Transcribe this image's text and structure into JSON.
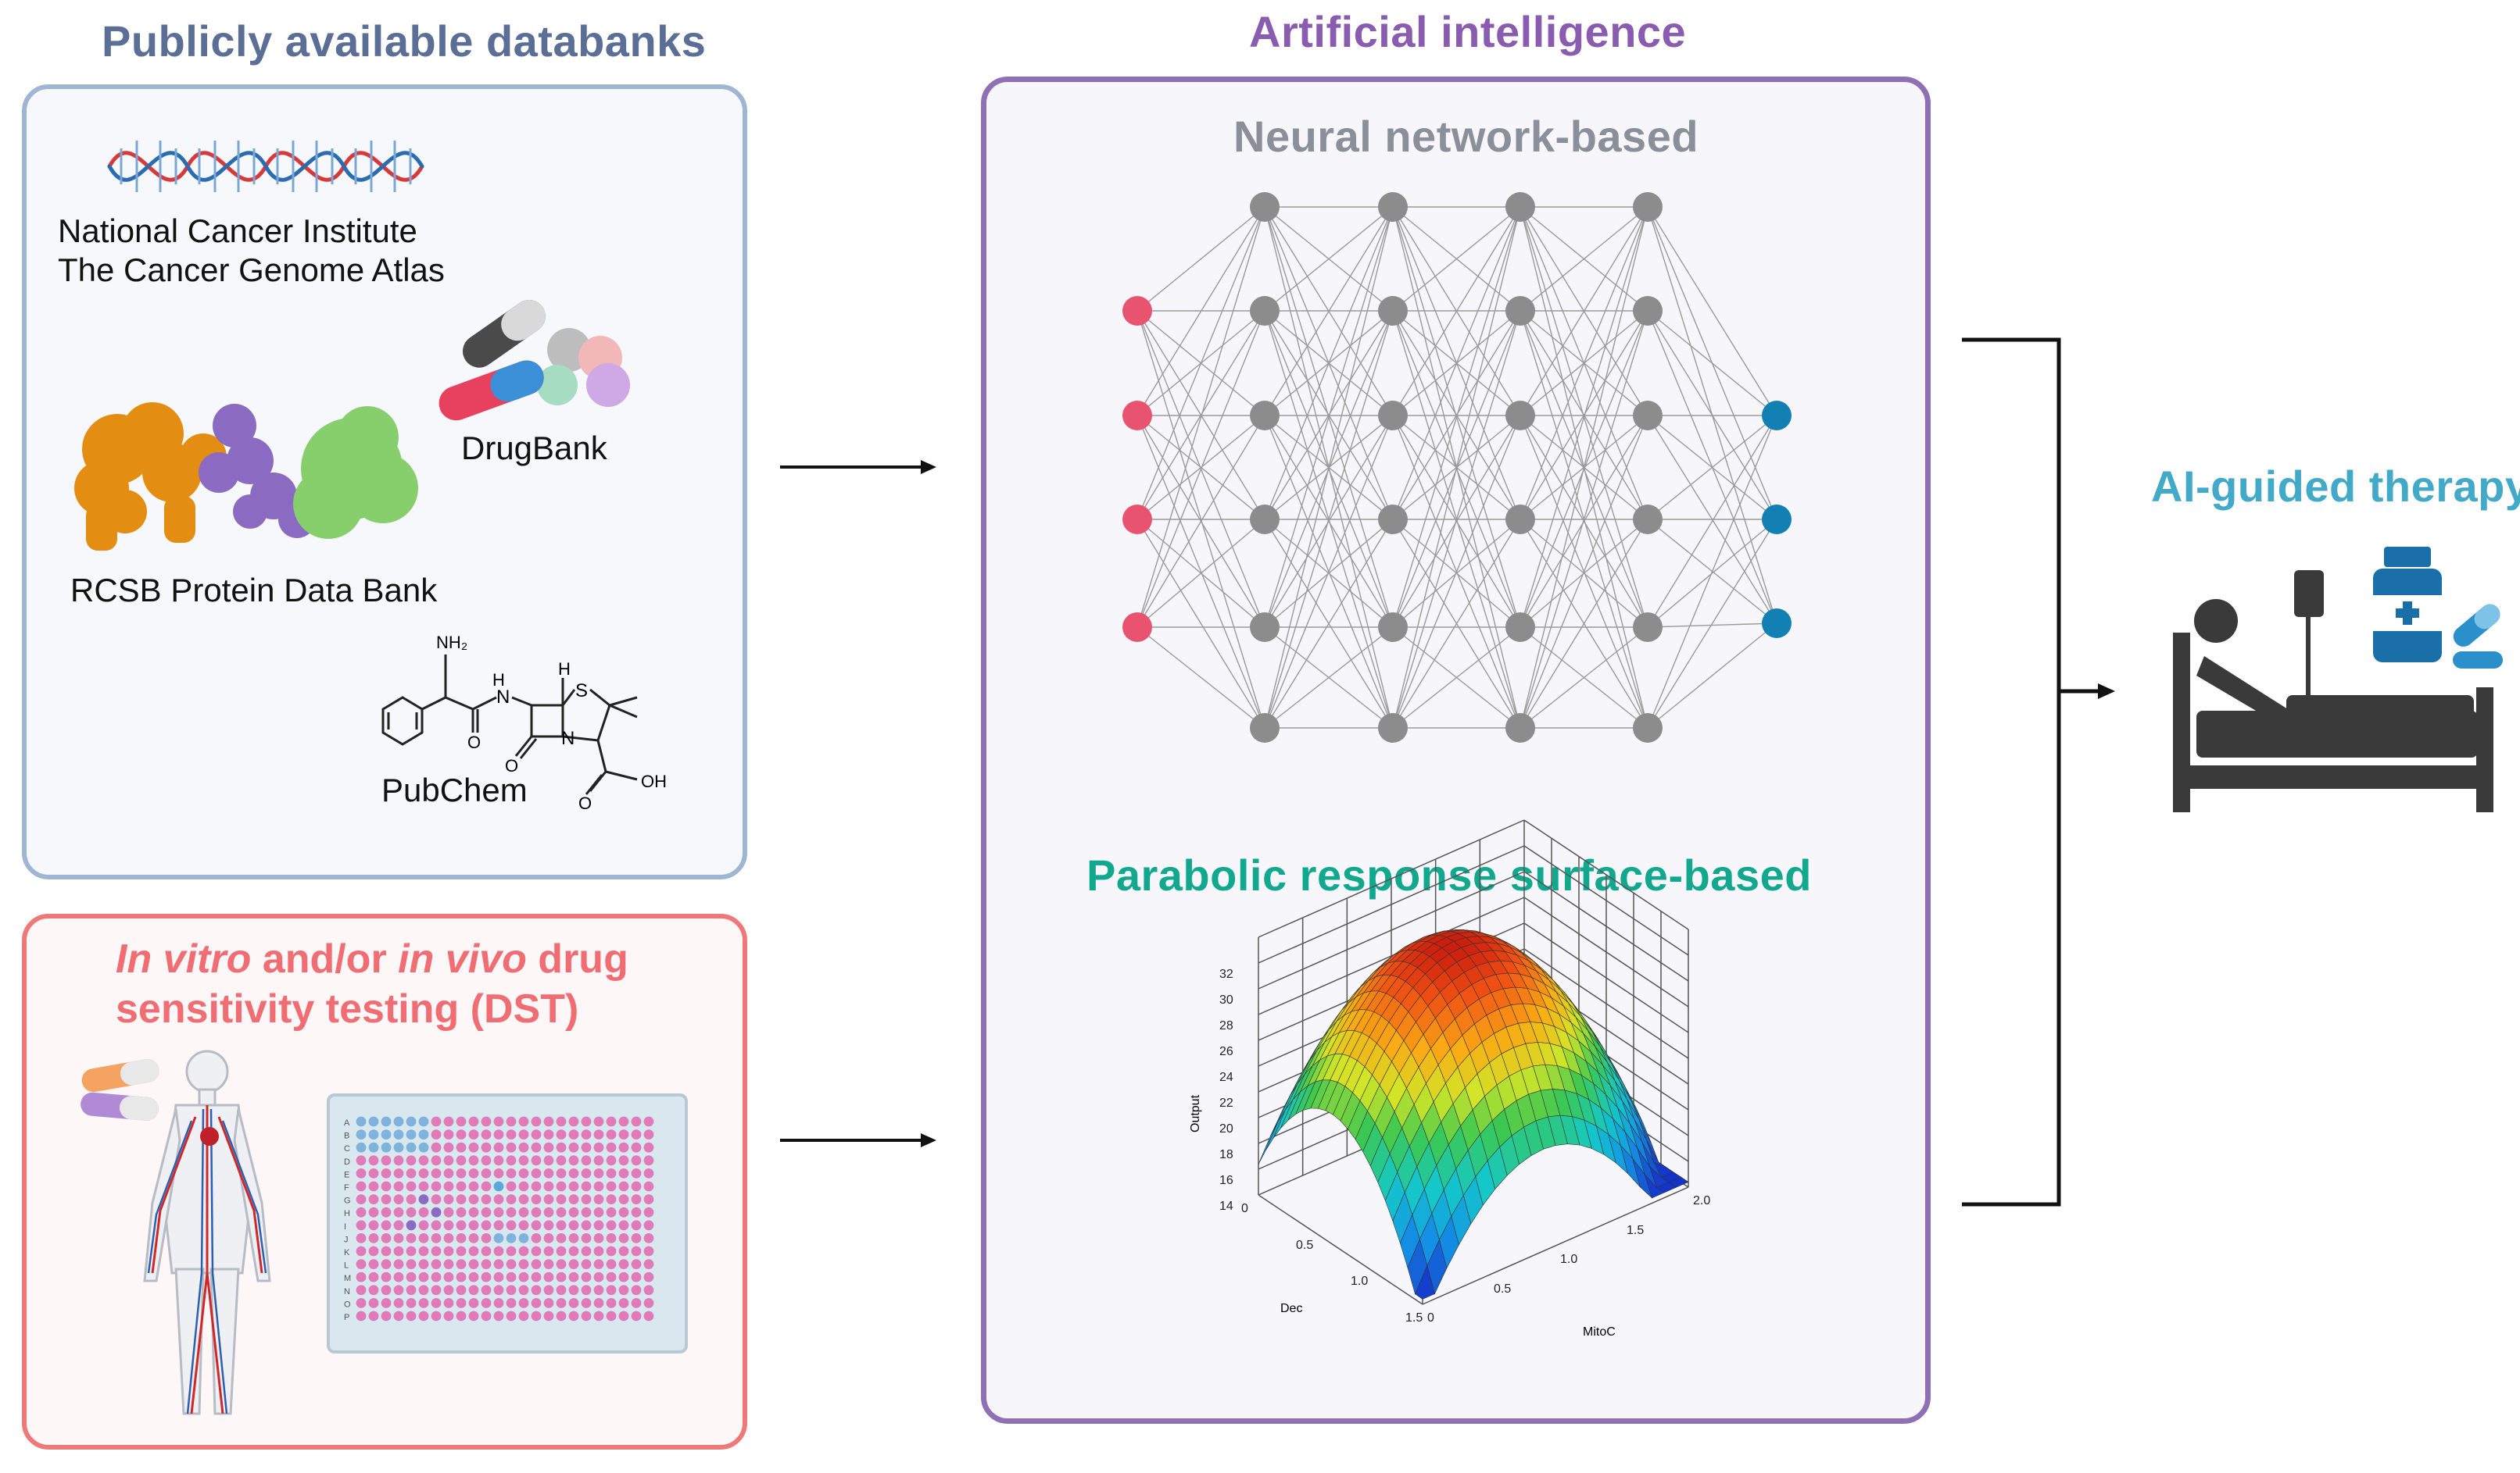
{
  "databanks": {
    "heading": "Publicly available databanks",
    "nci_line1": "National Cancer Institute",
    "nci_line2": "The Cancer Genome Atlas",
    "drugbank": "DrugBank",
    "rcsb": "RCSB Protein Data Bank",
    "pubchem": "PubChem",
    "chem_labels": {
      "nh2": "NH₂",
      "h_left": "H",
      "n_amide": "N",
      "h_ring": "H",
      "s": "S",
      "n_ring": "N",
      "o1": "O",
      "o2": "O",
      "o3": "O",
      "oh": "OH"
    }
  },
  "dst": {
    "title_part1": "In vitro",
    "title_part2": " and/or ",
    "title_part3": "in vivo",
    "title_part4": " drug",
    "title_line2": "sensitivity testing (DST)",
    "plate_rows": [
      "A",
      "B",
      "C",
      "D",
      "E",
      "F",
      "G",
      "H",
      "I",
      "J",
      "K",
      "L",
      "M",
      "N",
      "O",
      "P"
    ]
  },
  "ai": {
    "heading": "Artificial intelligence",
    "nn_heading": "Neural network-based",
    "surface_heading": "Parabolic response surface-based",
    "surface_plot": {
      "z_label": "Output",
      "x_label": "Dec",
      "y_label": "MitoC",
      "z_ticks": [
        "14",
        "16",
        "18",
        "20",
        "22",
        "24",
        "26",
        "28",
        "30",
        "32"
      ],
      "x_ticks": [
        "0",
        "0.5",
        "1.0",
        "1.5"
      ],
      "y_ticks": [
        "0",
        "0.5",
        "1.0",
        "1.5",
        "2.0"
      ]
    }
  },
  "therapy": {
    "heading": "AI-guided therapy"
  },
  "colors": {
    "databank_title": "#5a6e96",
    "ai_title": "#8a5cb0",
    "nn_title": "#8a8f99",
    "surface_title": "#11a88e",
    "therapy_title": "#43a9c9",
    "dst_title": "#f06d73",
    "input_node": "#e85470",
    "hidden_node": "#8c8c8c",
    "output_node": "#1380b3"
  },
  "icons": [
    "dna-icon",
    "pills-icon",
    "protein-icon",
    "molecule-icon",
    "human-body-icon",
    "well-plate-icon",
    "patient-bed-icon",
    "medicine-bottle-icon",
    "capsule-icon"
  ]
}
